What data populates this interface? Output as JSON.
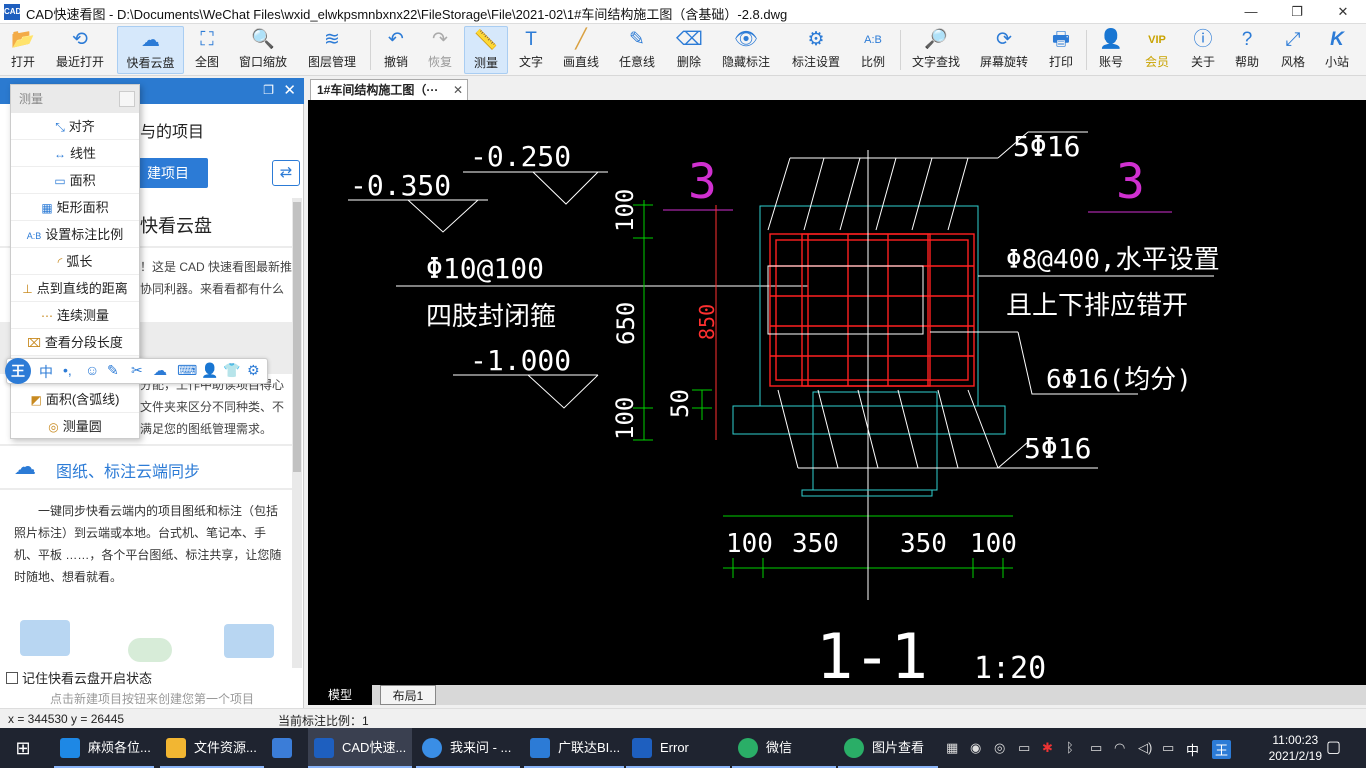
{
  "window": {
    "title": "CAD快速看图 - D:\\Documents\\WeChat Files\\wxid_elwkpsmnbxnx22\\FileStorage\\File\\2021-02\\1#车间结构施工图（含基础）-2.8.dwg",
    "minimize": "—",
    "maximize": "❐",
    "close": "✕",
    "app_icon_text": "CAD"
  },
  "toolbar": {
    "items": [
      {
        "label": "打开",
        "icon": "📂"
      },
      {
        "label": "最近打开",
        "icon": "⟲"
      },
      {
        "label": "快看云盘",
        "icon": "☁"
      },
      {
        "label": "全图",
        "icon": "⛶"
      },
      {
        "label": "窗口缩放",
        "icon": "🔍"
      },
      {
        "label": "图层管理",
        "icon": "≋"
      },
      {
        "label": "撤销",
        "icon": "↶"
      },
      {
        "label": "恢复",
        "icon": "↷"
      },
      {
        "label": "测量",
        "icon": "📏"
      },
      {
        "label": "文字",
        "icon": "T"
      },
      {
        "label": "画直线",
        "icon": "╱"
      },
      {
        "label": "任意线",
        "icon": "✎"
      },
      {
        "label": "删除",
        "icon": "⌫"
      },
      {
        "label": "隐藏标注",
        "icon": "👁"
      },
      {
        "label": "标注设置",
        "icon": "⚙"
      },
      {
        "label": "比例",
        "icon": "A:B"
      },
      {
        "label": "文字查找",
        "icon": "🔎"
      },
      {
        "label": "屏幕旋转",
        "icon": "⟳"
      },
      {
        "label": "打印",
        "icon": "🖶"
      },
      {
        "label": "账号",
        "icon": "👤"
      },
      {
        "label": "会员",
        "icon": "VIP"
      },
      {
        "label": "关于",
        "icon": "ⓘ"
      },
      {
        "label": "帮助",
        "icon": "?"
      },
      {
        "label": "风格",
        "icon": "⤢"
      },
      {
        "label": "小站",
        "icon": "K"
      }
    ]
  },
  "left_panel": {
    "heading_partial": "与的项目",
    "new_project_button": "建项目",
    "sync_icon": "⇄",
    "cloud_section_title": "快看云盘",
    "cloud_intro_1": "！这是 CAD 快速看图最新推",
    "cloud_intro_2": "协同利器。来看看都有什么",
    "folder_text_1": "分配，工作中助读项目得心",
    "folder_text_2": "文件夹来区分不同种类、不",
    "folder_text_3": "满足您的图纸管理需求。",
    "sync_title": "图纸、标注云端同步",
    "sync_desc": "一键同步快看云端内的项目图纸和标注（包括照片标注）到云端或本地。台式机、笔记本、手机、平板 ……，各个平台图纸、标注共享，让您随时随地、想看就看。",
    "remember_checkbox": "记住快看云盘开启状态",
    "bottom_tip": "点击新建项目按钮来创建您第一个项目"
  },
  "measure_menu": {
    "title": "测量",
    "items": [
      {
        "label": "对齐",
        "icon": "⤡"
      },
      {
        "label": "线性",
        "icon": "↔"
      },
      {
        "label": "面积",
        "icon": "▭"
      },
      {
        "label": "矩形面积",
        "icon": "▦"
      },
      {
        "label": "设置标注比例",
        "icon": "A:B"
      },
      {
        "label": "弧长",
        "icon": "◜"
      },
      {
        "label": "点到直线的距离",
        "icon": "⊥"
      },
      {
        "label": "连续测量",
        "icon": "⋯"
      },
      {
        "label": "查看分段长度",
        "icon": "⌧"
      },
      {
        "label": "面积(含弧线)",
        "icon": "◩"
      },
      {
        "label": "测量圆",
        "icon": "◎"
      }
    ]
  },
  "ime_bar": {
    "logo": "王",
    "mode": "中"
  },
  "drawing_tab": {
    "label": "1#车间结构施工图（···",
    "close": "✕"
  },
  "drawing": {
    "elev_1": "-0.350",
    "elev_2": "-0.250",
    "elev_3": "-1.000",
    "dim_100_top": "100",
    "dim_650": "650",
    "dim_850": "850",
    "dim_50": "50",
    "dim_100_bottom": "100",
    "rebar_top": "5Φ16",
    "rebar_bottom": "5Φ16",
    "stirrup": "Φ10@100",
    "stirrup_note": "四肢封闭箍",
    "horizontal": "Φ8@400,水平设置",
    "horizontal_note": "且上下排应错开",
    "side_bars": "6Φ16(均分)",
    "section_mark_left": "3",
    "section_mark_right": "3",
    "dim_bottom": [
      "100",
      "350",
      "350",
      "100"
    ],
    "section_title": "1-1",
    "scale": "1:20"
  },
  "layout_tabs": {
    "model": "模型",
    "layout1": "布局1"
  },
  "status": {
    "coords": "x = 344530  y = 26445",
    "scale": "当前标注比例：1"
  },
  "taskbar": {
    "items": [
      {
        "label": "麻烦各位...",
        "color": "#1e88e5"
      },
      {
        "label": "文件资源...",
        "color": "#f2b632"
      },
      {
        "label": "",
        "color": "#3b7dd8"
      },
      {
        "label": "CAD快速...",
        "color": "#1e5fbf"
      },
      {
        "label": "我来问 - ...",
        "color": "#3a8ee6"
      },
      {
        "label": "广联达BI...",
        "color": "#2c7bd6"
      },
      {
        "label": "Error",
        "color": "#1e5fbf"
      },
      {
        "label": "微信",
        "color": "#2aae67"
      },
      {
        "label": "图片查看",
        "color": "#2aae67"
      }
    ],
    "tray_lang": "中",
    "tray_ime": "王",
    "time": "11:00:23",
    "date": "2021/2/19"
  }
}
